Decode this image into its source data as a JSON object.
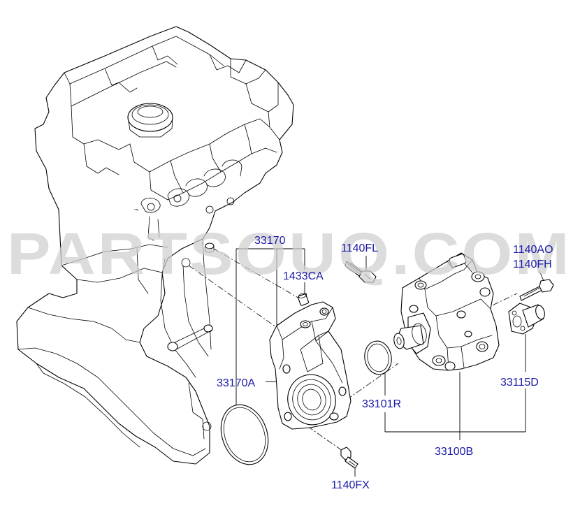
{
  "watermark": "PARTSOUQ.COM",
  "labels": {
    "l33170": "33170",
    "l1433CA": "1433CA",
    "l1140FL": "1140FL",
    "l1140AO": "1140AO",
    "l1140FH": "1140FH",
    "l33170A": "33170A",
    "l33101R": "33101R",
    "l33115D": "33115D",
    "l33100B": "33100B",
    "l1140FX": "1140FX"
  },
  "colors": {
    "label": "#1a1aa8",
    "line": "#000000",
    "watermark": "#cfcfcf"
  }
}
